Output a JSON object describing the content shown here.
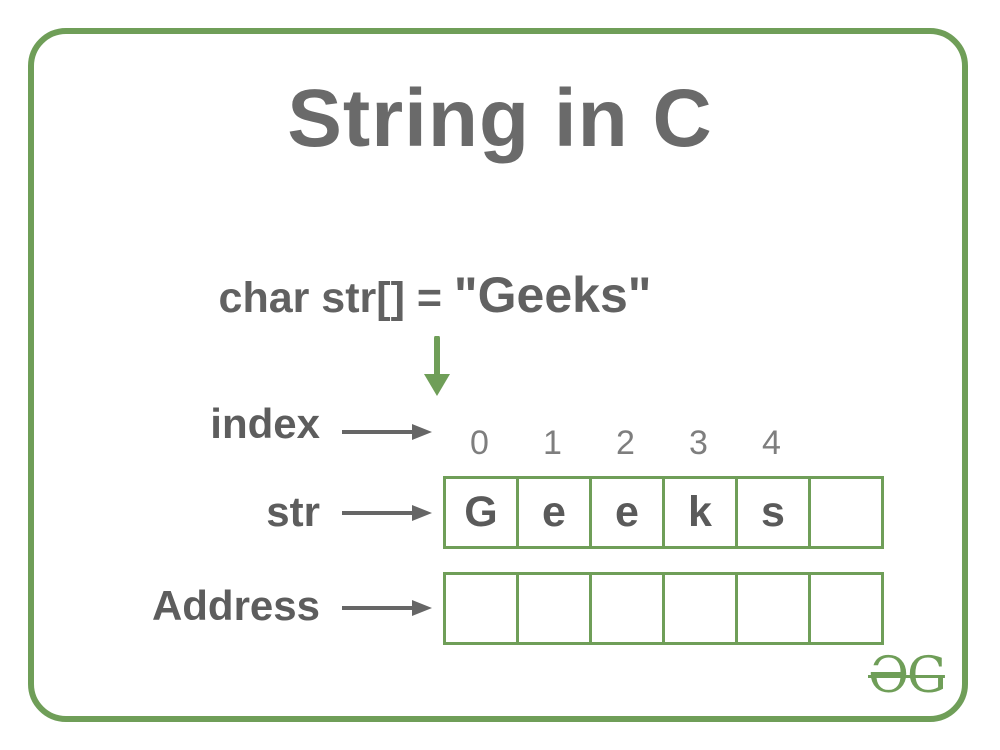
{
  "title": "String in C",
  "declaration": {
    "prefix": "char str[] = ",
    "value": "\"Geeks\""
  },
  "labels": {
    "index": "index",
    "str": "str",
    "address": "Address"
  },
  "diagram": {
    "indices": [
      "0",
      "1",
      "2",
      "3",
      "4"
    ],
    "str_cells": [
      "G",
      "e",
      "e",
      "k",
      "s",
      ""
    ],
    "address_cells": [
      "",
      "",
      "",
      "",
      "",
      ""
    ]
  },
  "logo": "ƏG",
  "colors": {
    "green": "#6f9e58",
    "title_gray": "#6a6a6a",
    "text_gray": "#5d5d5d",
    "muted_gray": "#7e7e7e",
    "arrow_gray": "#666666"
  }
}
